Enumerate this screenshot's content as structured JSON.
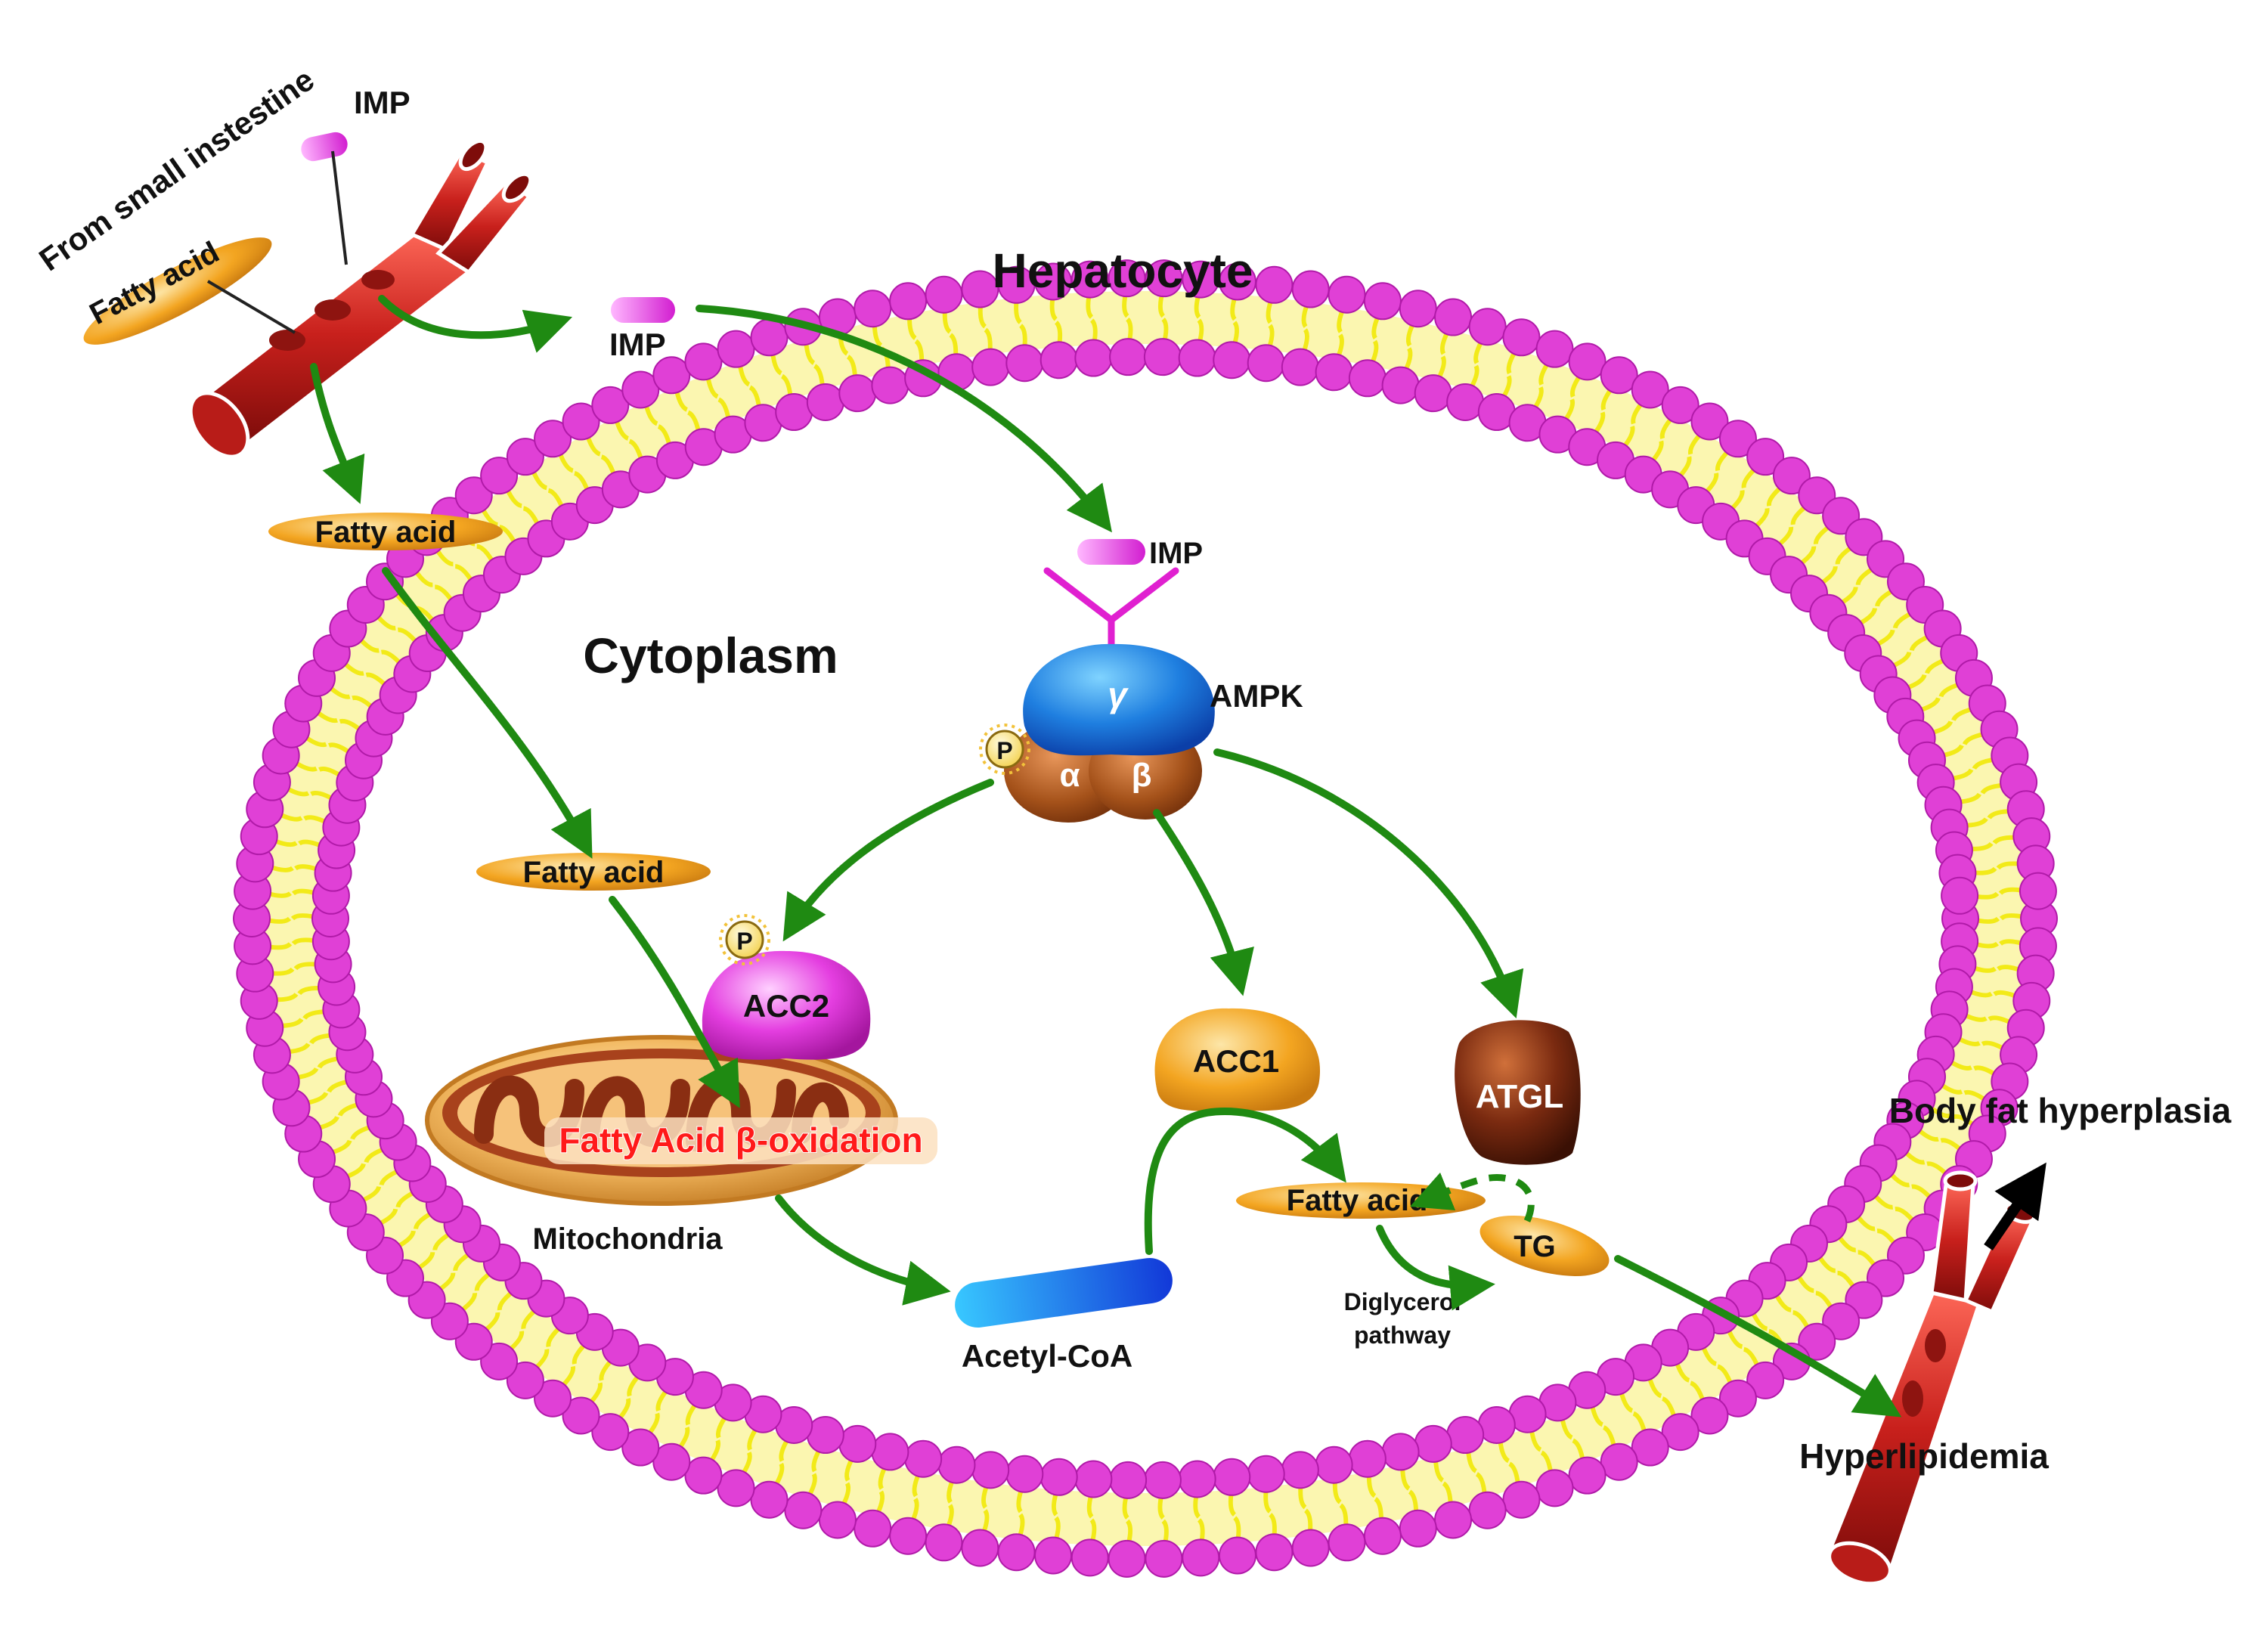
{
  "title": "Hepatocyte",
  "cytoplasm_label": "Cytoplasm",
  "intestine_source": "From small instestine",
  "imp": "IMP",
  "fatty_acid": "Fatty acid",
  "ampk": "AMPK",
  "subunits": {
    "gamma": "γ",
    "alpha": "α",
    "beta": "β"
  },
  "phospho": "P",
  "acc2": "ACC2",
  "acc1": "ACC1",
  "atgl": "ATGL",
  "tg": "TG",
  "beta_oxidation": "Fatty Acid β-oxidation",
  "mitochondria": "Mitochondria",
  "acetyl_coa": "Acetyl-CoA",
  "diglycerol_line1": "Diglycerol",
  "diglycerol_line2": "pathway",
  "body_fat": "Body fat hyperplasia",
  "hyperlipidemia": "Hyperlipidemia",
  "colors": {
    "arrow": "#1f8a12",
    "membrane_head": "#e040d6",
    "membrane_tail": "#f2ea18",
    "vessel": "#c8201c",
    "fatty_acid": "#f3a521",
    "ampk_gamma": "#1f7fe0",
    "ampk_alpha_beta": "#a5521a",
    "acc2": "#e43ee0",
    "acc1": "#f0a41c",
    "atgl": "#7a2a10",
    "acetyl_coa": "#1f6fe6",
    "oxidation_text": "#ff1a1a"
  }
}
